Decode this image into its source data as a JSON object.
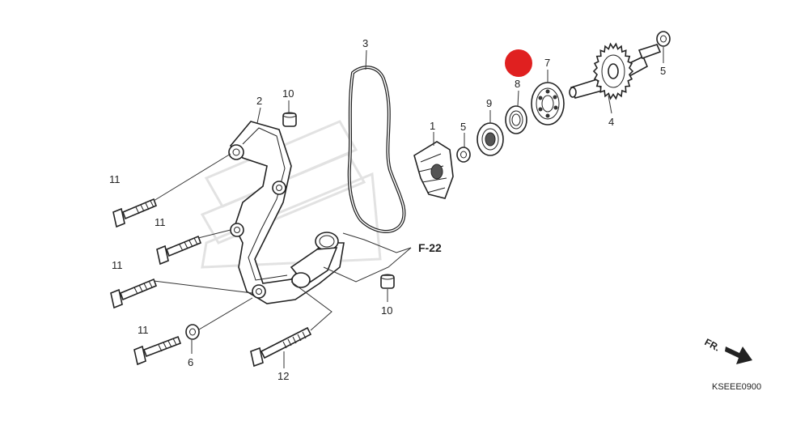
{
  "diagram": {
    "callouts": {
      "c1": "1",
      "c2": "2",
      "c3": "3",
      "c4": "4",
      "c5a": "5",
      "c5b": "5",
      "c6": "6",
      "c7": "7",
      "c8": "8",
      "c9": "9",
      "c10a": "10",
      "c10b": "10",
      "c11a": "11",
      "c11b": "11",
      "c11c": "11",
      "c11d": "11",
      "c12": "12"
    },
    "reference": "F-22",
    "direction_label": "FR.",
    "diagram_code": "KSEEE0900",
    "marker_color": "#e02020"
  }
}
